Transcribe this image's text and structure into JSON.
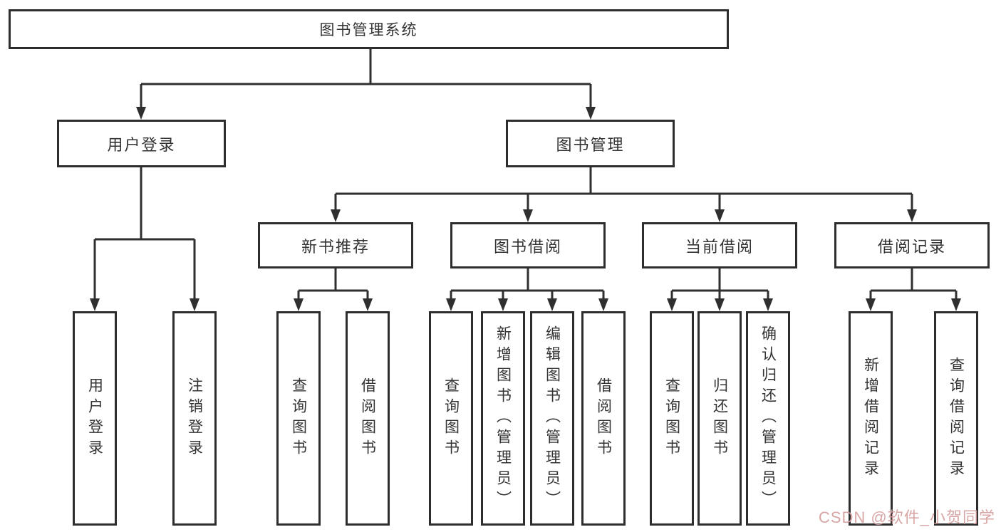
{
  "diagram": {
    "root": "图书管理系统",
    "level2": [
      {
        "label": "用户登录"
      },
      {
        "label": "图书管理"
      }
    ],
    "level3": [
      {
        "label": "新书推荐"
      },
      {
        "label": "图书借阅"
      },
      {
        "label": "当前借阅"
      },
      {
        "label": "借阅记录"
      }
    ],
    "leaves": {
      "login": [
        "用户登录",
        "注销登录"
      ],
      "recommend": [
        "查询图书",
        "借阅图书"
      ],
      "borrow": [
        "查询图书",
        "新增图书（管理员）",
        "编辑图书（管理员）",
        "借阅图书"
      ],
      "current": [
        "查询图书",
        "归还图书",
        "确认归还（管理员）"
      ],
      "records": [
        "新增借阅记录",
        "查询借阅记录"
      ]
    }
  },
  "watermark": {
    "text": "CSDN @软件_小贺同学",
    "color": "#d49c9c"
  },
  "colors": {
    "line": "#2f2f2f",
    "border": "#2d2d2d",
    "text": "#333333",
    "background": "#ffffff"
  }
}
